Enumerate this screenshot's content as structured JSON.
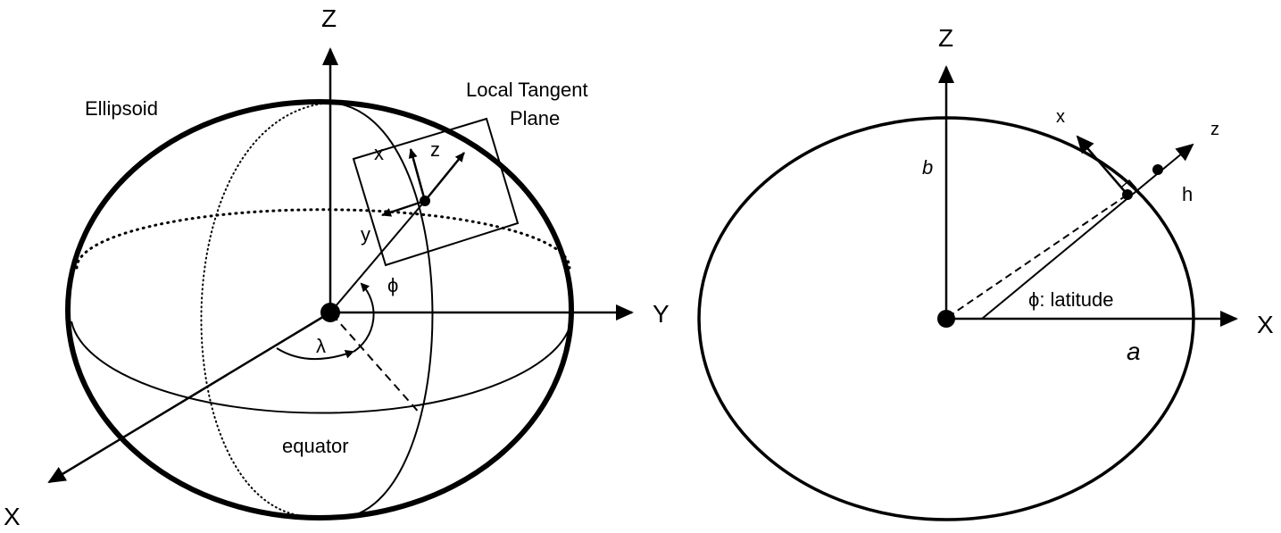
{
  "left_diagram": {
    "axis_z": "Z",
    "axis_y": "Y",
    "axis_x": "X",
    "ellipsoid_label": "Ellipsoid",
    "plane_label_line1": "Local Tangent",
    "plane_label_line2": "Plane",
    "local_x": "x",
    "local_y": "y",
    "local_z": "z",
    "phi": "ϕ",
    "lambda": "λ",
    "equator_label": "equator"
  },
  "right_diagram": {
    "axis_z": "Z",
    "axis_x": "X",
    "semi_minor": "b",
    "semi_major": "a",
    "local_x": "x",
    "local_z": "z",
    "height": "h",
    "latitude_label": "ϕ: latitude"
  }
}
